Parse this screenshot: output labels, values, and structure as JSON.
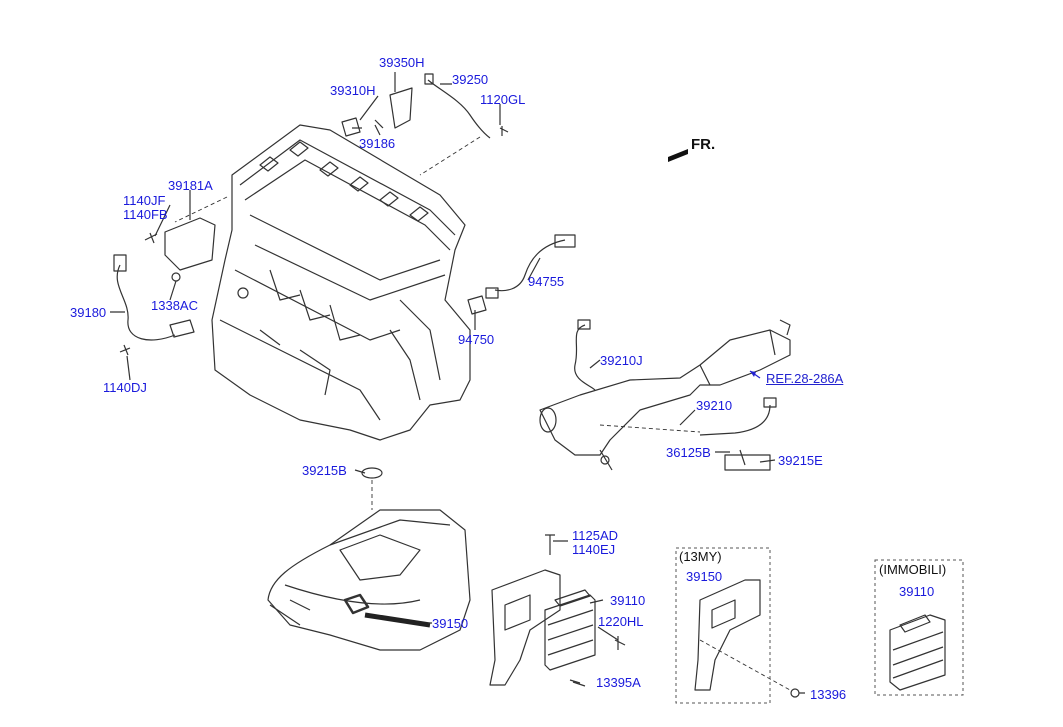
{
  "direction_label": "FR.",
  "reference": "REF.28-286A",
  "parts": {
    "p39350H": "39350H",
    "p39250": "39250",
    "p39310H": "39310H",
    "p1120GL": "1120GL",
    "p39186": "39186",
    "p39181A": "39181A",
    "p1140JF": "1140JF",
    "p1140FB": "1140FB",
    "p1338AC": "1338AC",
    "p39180": "39180",
    "p1140DJ": "1140DJ",
    "p94755": "94755",
    "p94750": "94750",
    "p39210J": "39210J",
    "p39210": "39210",
    "p36125B": "36125B",
    "p39215E": "39215E",
    "p39215B": "39215B",
    "p1125AD": "1125AD",
    "p1140EJ": "1140EJ",
    "p39150": "39150",
    "p39110": "39110",
    "p1220HL": "1220HL",
    "p13395A": "13395A",
    "p39150b": "39150",
    "p13396": "13396",
    "p39110b": "39110"
  },
  "boxes": {
    "my13_title": "(13MY)",
    "immobili_title": "(IMMOBILI)"
  },
  "colors": {
    "label": "#1a1adc",
    "line": "#333333",
    "ref": "#2323d0"
  }
}
